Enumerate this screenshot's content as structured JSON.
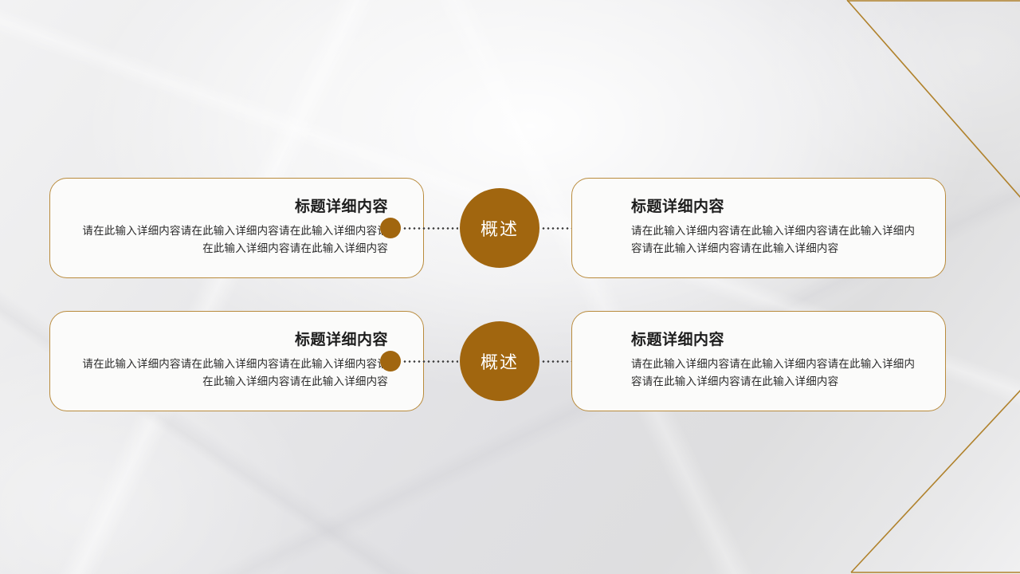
{
  "slide": {
    "background": {
      "base_color": "#e6e6e8",
      "highlight_color": "#f6f6f7"
    },
    "accent_color": "#a1660f",
    "border_color": "#b98b3c",
    "decoration": {
      "name": "chevron-lines",
      "color": "#b0822c"
    }
  },
  "rows": [
    {
      "hub": {
        "label": "概述"
      },
      "left_card": {
        "title": "标题详细内容",
        "body": "请在此输入详细内容请在此输入详细内容请在此输入详细内容请在此输入详细内容请在此输入详细内容"
      },
      "right_card": {
        "title": "标题详细内容",
        "body": "请在此输入详细内容请在此输入详细内容请在此输入详细内容请在此输入详细内容请在此输入详细内容"
      }
    },
    {
      "hub": {
        "label": "概述"
      },
      "left_card": {
        "title": "标题详细内容",
        "body": "请在此输入详细内容请在此输入详细内容请在此输入详细内容请在此输入详细内容请在此输入详细内容"
      },
      "right_card": {
        "title": "标题详细内容",
        "body": "请在此输入详细内容请在此输入详细内容请在此输入详细内容请在此输入详细内容请在此输入详细内容"
      }
    }
  ]
}
